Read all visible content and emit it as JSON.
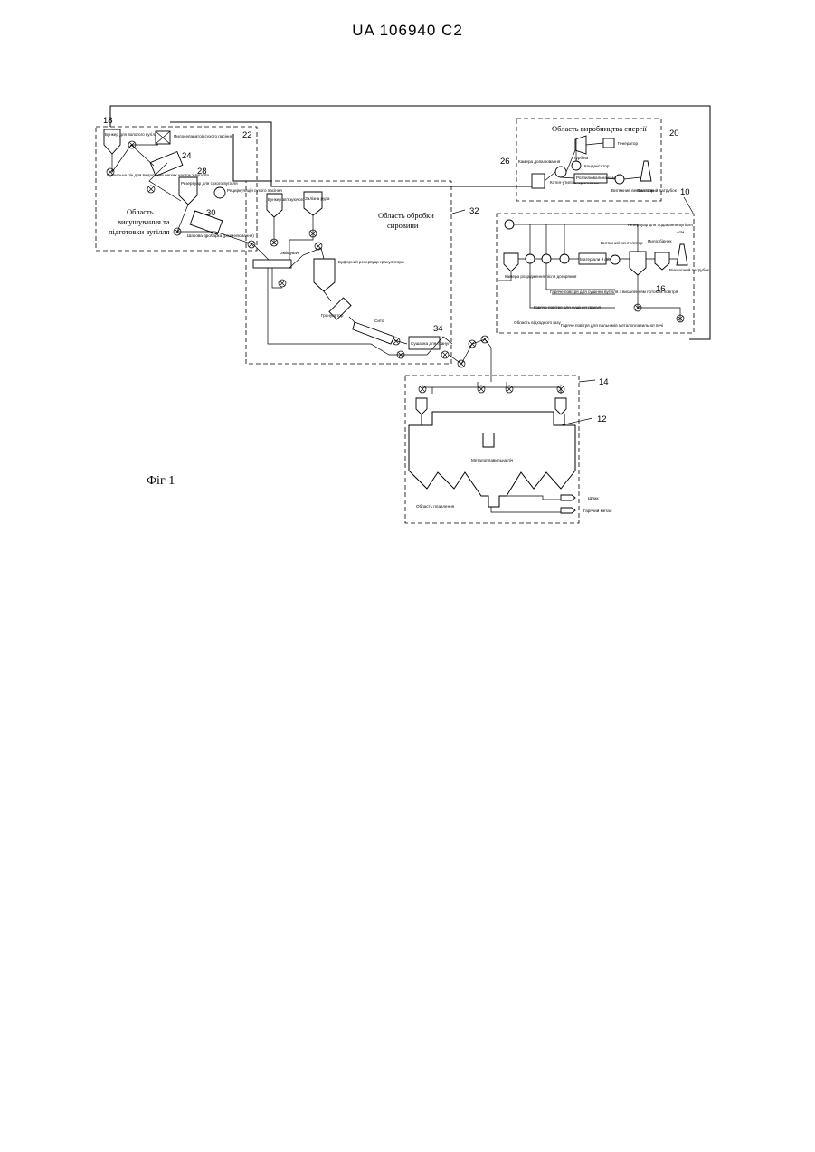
{
  "header": {
    "publication": "UA  106940  C2"
  },
  "figure_label": "Фіг 1",
  "regions": {
    "drying": {
      "line1": "Область",
      "line2": "висушування та",
      "line3": "підготовки вугілля",
      "number": "22"
    },
    "processing": {
      "line1": "Область обробки",
      "line2": "сировини",
      "number": "32"
    },
    "power": {
      "title": "Область виробництва енергії",
      "number": "20"
    },
    "reduction": {
      "title": "Область відходного газу",
      "number": "10"
    },
    "melting": {
      "title": "Область плавлення",
      "number": "14"
    }
  },
  "numbers": {
    "n18": "18",
    "n24": "24",
    "n28": "28",
    "n30": "30",
    "n26": "26",
    "n34": "34",
    "n16": "16",
    "n12": "12"
  },
  "labels": {
    "coal_bunker": "Бункер для вологого вугілля",
    "dust_separator": "Пилосепаратор сухого пасіння",
    "dryer": "Сушильна піч для видалення легких часток з вугілля",
    "dry_coal_tank": "Резервуар для сухого вугілля",
    "recirculation": "Рециркуляція сухого пасіння",
    "ball_mill": "Шарова дробарка (розмелювання)",
    "afterburner": "Камера допалювання",
    "turbine": "Турбіна",
    "generator": "Генератор",
    "condenser": "Конденсатор",
    "heat_exchanger": "Котел-утилізатор з пором",
    "spray_chamber": "Розпилювальна камера",
    "exhaust_fan": "Витяжний вентилятор",
    "stack": "Вихлопний патрубок",
    "binder_tank": "Бункер зв'язуючого",
    "slag_silo": "Залізна руда",
    "mixer": "Змішувач",
    "buffer_tank": "Буферний резервуар гранулятора",
    "granulator": "Гранулятор",
    "screen": "Сито",
    "pellet_dryer": "Сушарка для гранул",
    "cyclone": "Камера розрідження після догоряння",
    "bag_filter": "Матеріали й фільтра",
    "fan": "Витяжний вентилятор",
    "coal_feed_tank": "Резервуар для подавання вугілля",
    "dust_hopper": "Пилозбірник",
    "stack2": "Вихлопний патрубок",
    "hot_air_1": "Гаряче повітря для сушіння вугілля з висаленням потоком повітря",
    "hot_air_2": "Гаряче повітря для сушіння гранул",
    "hot_air_3": "Гаряче повітря для пальників металоплавильної печі",
    "atm": "Атм",
    "furnace": "Металоплавильна піч",
    "slag": "Шлак",
    "hot_metal": "Гарячий метал"
  }
}
